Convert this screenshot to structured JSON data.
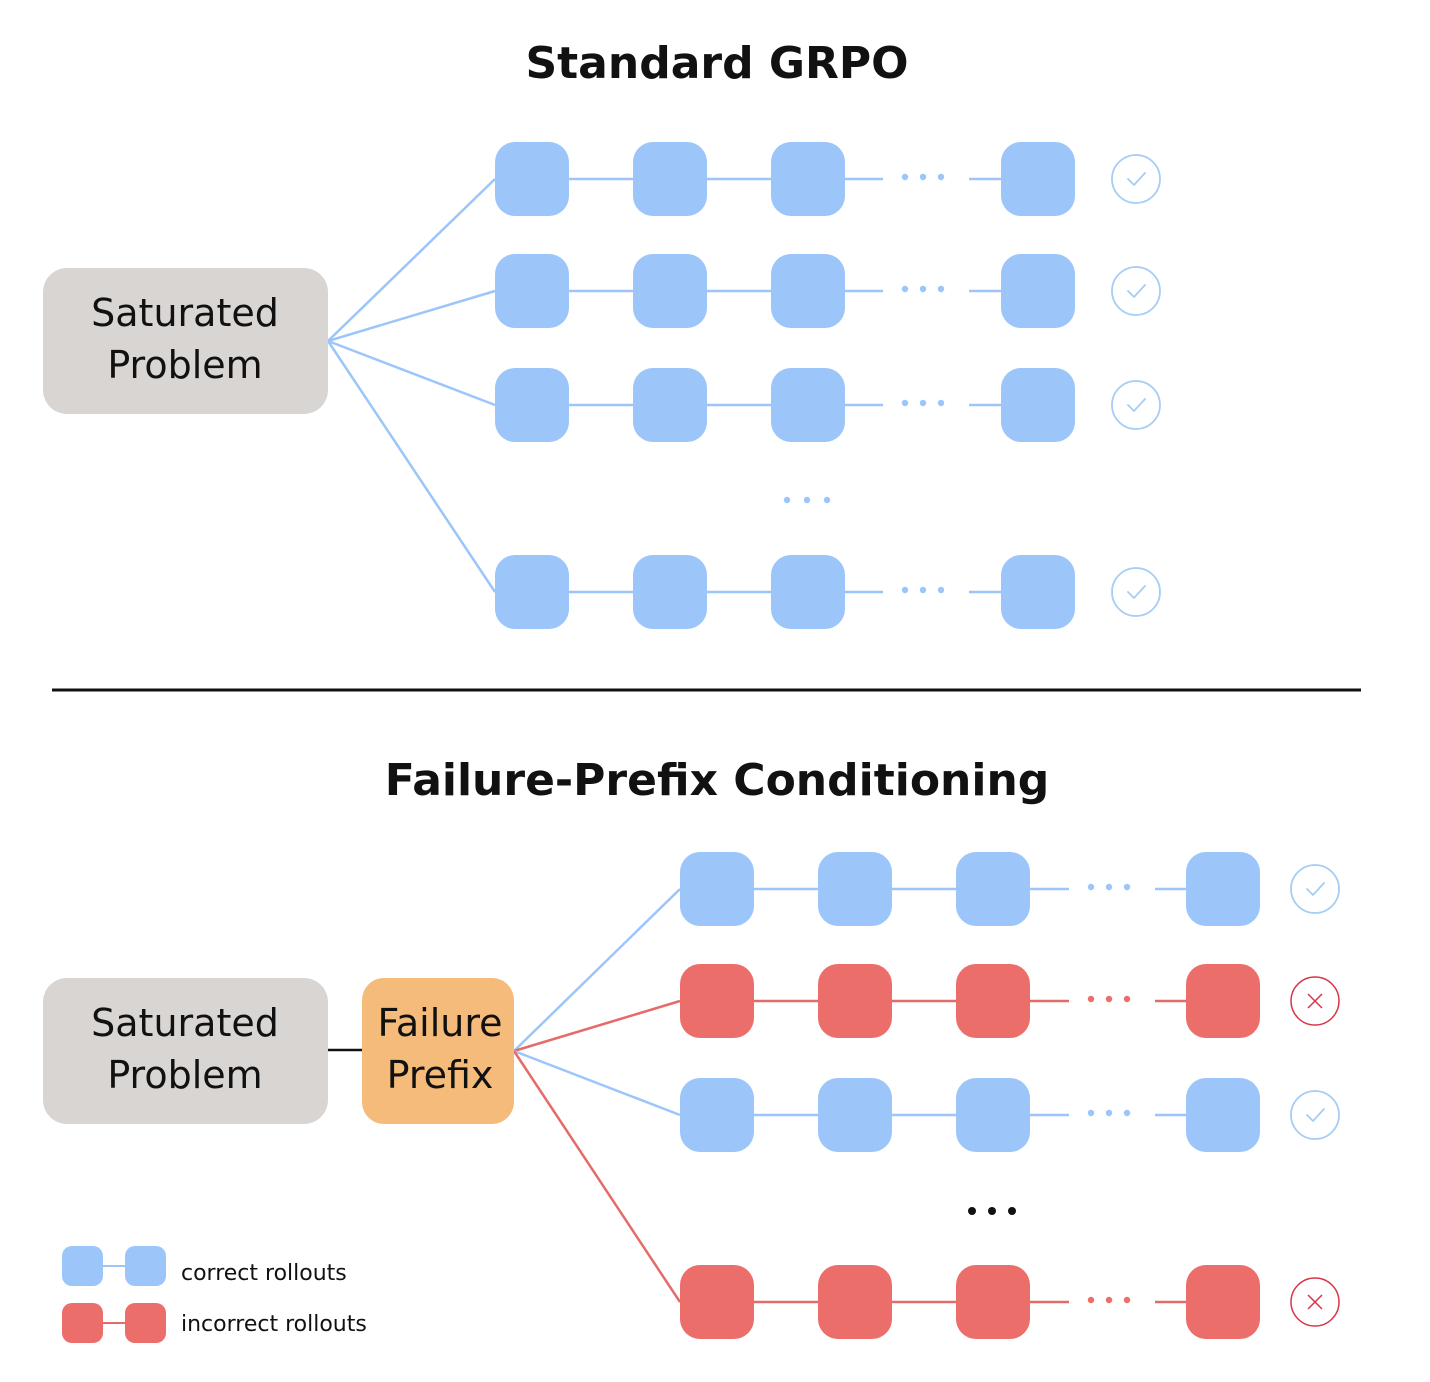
{
  "top": {
    "title": "Standard GRPO",
    "problem_line1": "Saturated",
    "problem_line2": "Problem",
    "rollouts": [
      "correct",
      "correct",
      "correct",
      "correct"
    ],
    "gap_after_index": 2
  },
  "bottom": {
    "title": "Failure-Prefix Conditioning",
    "problem_line1": "Saturated",
    "problem_line2": "Problem",
    "prefix_line1": "Failure",
    "prefix_line2": "Prefix",
    "rollouts": [
      "correct",
      "incorrect",
      "correct",
      "incorrect"
    ],
    "gap_after_index": 2
  },
  "legend": {
    "correct_label": "correct rollouts",
    "incorrect_label": "incorrect rollouts"
  },
  "colors": {
    "correct_node": "#9cc5fa",
    "correct_line": "#9cc5fa",
    "incorrect_node": "#ec6e6b",
    "incorrect_line": "#e56b69",
    "problem_box": "#d8d5d3",
    "prefix_box": "#f5bb7b",
    "check_stroke": "#a5cdf5",
    "cross_stroke": "#d9334a",
    "divider": "#111111"
  },
  "icons": {
    "correct": "check-circle-icon",
    "incorrect": "x-circle-icon"
  }
}
